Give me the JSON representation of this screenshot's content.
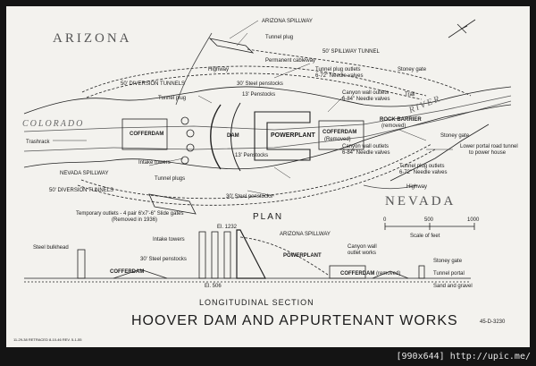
{
  "regions": {
    "arizona": "ARIZONA",
    "nevada": "NEVADA",
    "colorado": "COLORADO",
    "river": "RIVER"
  },
  "plan_labels": {
    "arizona_spillway": "ARIZONA SPILLWAY",
    "tunnel_plug_top": "Tunnel plug",
    "spillway_tunnel": "50' SPILLWAY TUNNEL",
    "permanent_cableway": "Permanent cableway",
    "tunnel_plug_outlets_top": "Tunnel plug outlets",
    "needle_valves_top": "6-72\" Needle valves",
    "highway_top": "Highway",
    "stoney_gate_top": "Stoney gate",
    "diversion_tunnels_top": "50' DIVERSION TUNNELS",
    "steel_penstocks_top": "30' Steel penstocks",
    "tunnel_plug_left": "Tunnel plug",
    "penstocks_13_top": "13' Penstocks",
    "canyon_wall_outlets_top": "Canyon wall outlets",
    "needle_valves_84_top": "6-84\" Needle valves",
    "trail": "Trail",
    "cofferdam_left": "COFFERDAM",
    "dam": "DAM",
    "powerplant": "POWERPLANT",
    "cofferdam_right": "COFFERDAM",
    "removed": "(Removed)",
    "rock_barrier": "ROCK BARRIER",
    "rock_barrier_removed": "(removed)",
    "stoney_gate_right": "Stoney gate",
    "trashrack": "Trashrack",
    "penstocks_13_bottom": "13' Penstocks",
    "canyon_wall_outlets_bottom": "Canyon wall outlets",
    "needle_valves_84_bottom": "6-84\" Needle valves",
    "lower_portal": "Lower portal road tunnel",
    "to_power_house": "to power house",
    "intake_towers": "Intake towers",
    "nevada_spillway": "NEVADA SPILLWAY",
    "tunnel_plugs": "Tunnel plugs",
    "tunnel_plug_outlets_bottom": "Tunnel plug outlets",
    "needle_valves_bottom": "6-72\" Needle valves",
    "highway_bottom": "Highway",
    "diversion_tunnels_bottom": "50' DIVERSION TUNNELS",
    "steel_penstocks_bottom": "30' Steel penstocks",
    "temporary_outlets": "Temporary outlets - 4 pair 6'x7'-6\" Slide gates",
    "removed_1936": "(Removed in 1936)",
    "plan": "PLAN"
  },
  "scale": {
    "zero": "0",
    "mid": "500",
    "max": "1000",
    "caption": "Scale of feet"
  },
  "section_labels": {
    "el_1232": "El. 1232",
    "arizona_spillway": "ARIZONA SPILLWAY",
    "intake_towers": "Intake towers",
    "canyon_wall": "Canyon wall",
    "outlet_works": "outlet works",
    "steel_bulkhead": "Steel bulkhead",
    "steel_penstocks": "30' Steel penstocks",
    "powerplant": "POWERPLANT",
    "stoney_gate": "Stoney gate",
    "tunnel_portal": "Tunnel portal",
    "cofferdam_left": "COFFERDAM",
    "el_506": "El. 506",
    "cofferdam_right": "COFFERDAM",
    "removed": "(removed)",
    "sand_gravel": "Sand and gravel"
  },
  "titles": {
    "subtitle": "LONGITUDINAL SECTION",
    "main": "HOOVER DAM AND APPURTENANT WORKS",
    "drawing_no": "45-D-3230",
    "revision": "11-29-38 RETRACED 8-10-46 REV. 5-1-55"
  },
  "watermark": "[990x644] http://upic.me/"
}
